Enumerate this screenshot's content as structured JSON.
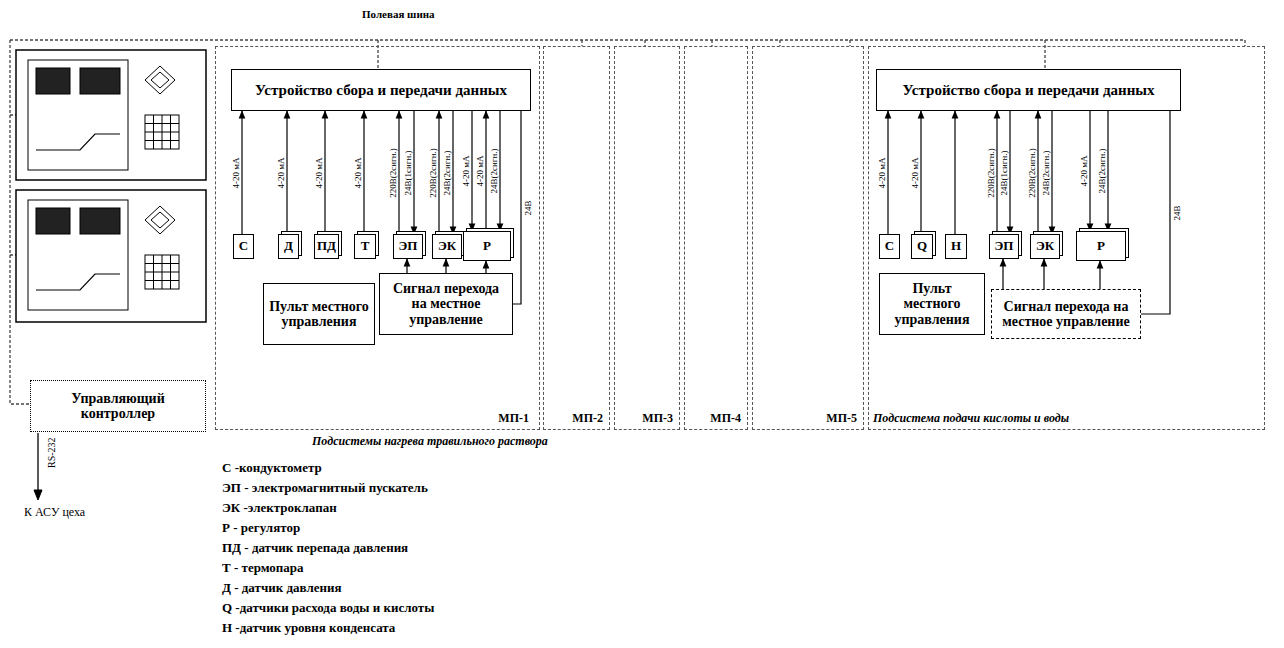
{
  "diagram": {
    "nodes": [
      {
        "text": [
          "Управляющий контроллер"
        ]
      },
      {
        "text": [
          "МП-1"
        ]
      },
      {
        "text": [
          "Устройство сбора и передачи данных"
        ],
        "in": 1
      },
      {
        "text": [
          "С"
        ],
        "in": 1
      },
      {
        "text": [
          "Д"
        ],
        "in": 1
      },
      {
        "text": [
          "ПД"
        ],
        "in": 1
      },
      {
        "text": [
          "Т"
        ],
        "in": 1
      },
      {
        "text": [
          "ЭП"
        ],
        "in": 1
      },
      {
        "text": [
          "ЭК"
        ],
        "in": 1
      },
      {
        "text": [
          "Р"
        ],
        "in": 1
      },
      {
        "text": [
          "Пульт местного управления"
        ],
        "in": 1
      },
      {
        "text": [
          "Сигнал перехода на местное управление"
        ],
        "in": 1
      },
      {
        "text": [
          "МП-2"
        ]
      },
      {
        "text": [
          "МП-3"
        ]
      },
      {
        "text": [
          "МП-4"
        ]
      },
      {
        "text": [
          "МП-5"
        ]
      },
      {
        "text": [
          "Подсистема подачи кислоты и воды"
        ]
      },
      {
        "text": [
          "Устройство сбора и передачи данных"
        ],
        "in": 16
      },
      {
        "text": [
          "С"
        ],
        "in": 16
      },
      {
        "text": [
          "Q"
        ],
        "in": 16
      },
      {
        "text": [
          "Н"
        ],
        "in": 16
      },
      {
        "text": [
          "ЭП"
        ],
        "in": 16
      },
      {
        "text": [
          "ЭК"
        ],
        "in": 16
      },
      {
        "text": [
          "Р"
        ],
        "in": 16
      },
      {
        "text": [
          "Пульт местного управления"
        ],
        "in": 16
      },
      {
        "text": [
          "Сигнал перехода на местное управление"
        ],
        "in": 16
      }
    ],
    "edges": [
      {
        "from": 3,
        "to": 2,
        "arrow": "to",
        "label": "4-20 мА"
      },
      {
        "from": 4,
        "to": 2,
        "arrow": "to",
        "label": "4-20 мА"
      },
      {
        "from": 5,
        "to": 2,
        "arrow": "to",
        "label": "4-20 мА"
      },
      {
        "from": 6,
        "to": 2,
        "arrow": "to",
        "label": "4-20 мА"
      },
      {
        "from": 7,
        "to": 2,
        "arrow": "to",
        "label": "220В(2сигн.)"
      },
      {
        "from": 2,
        "to": 7,
        "arrow": "to",
        "label": "24В(1сигн.)"
      },
      {
        "from": 8,
        "to": 2,
        "arrow": "to",
        "label": "220В(2сигн.)"
      },
      {
        "from": 2,
        "to": 8,
        "arrow": "to",
        "label": "24В(2сигн.)"
      },
      {
        "from": 2,
        "to": 9,
        "arrow": "to",
        "label": "4-20 мА"
      },
      {
        "from": 9,
        "to": 2,
        "arrow": "to",
        "label": "4-20 мА"
      },
      {
        "from": 2,
        "to": 9,
        "arrow": "to",
        "label": "24В(2сигн.)"
      },
      {
        "from": 2,
        "to": 11,
        "arrow": "none",
        "label": "24В"
      },
      {
        "from": 11,
        "to": 7,
        "arrow": "to"
      },
      {
        "from": 11,
        "to": 8,
        "arrow": "to"
      },
      {
        "from": 11,
        "to": 9,
        "arrow": "to"
      },
      {
        "from": 18,
        "to": 17,
        "arrow": "to",
        "label": "4-20 мА"
      },
      {
        "from": 19,
        "to": 17,
        "arrow": "to",
        "label": "4-20 мА"
      },
      {
        "from": 20,
        "to": 17,
        "arrow": "to"
      },
      {
        "from": 21,
        "to": 17,
        "arrow": "to",
        "label": "220В(2сигн.)"
      },
      {
        "from": 17,
        "to": 21,
        "arrow": "to",
        "label": "24В(1сигн.)"
      },
      {
        "from": 22,
        "to": 17,
        "arrow": "to",
        "label": "220В(2сигн.)"
      },
      {
        "from": 17,
        "to": 22,
        "arrow": "to",
        "label": "24В(2сигн.)"
      },
      {
        "from": 17,
        "to": 23,
        "arrow": "to",
        "label": "4-20 мА"
      },
      {
        "from": 17,
        "to": 23,
        "arrow": "to",
        "label": "24В(2сигн.)"
      },
      {
        "from": 17,
        "to": 25,
        "arrow": "none",
        "label": "24В"
      },
      {
        "from": 25,
        "to": 21,
        "arrow": "to"
      },
      {
        "from": 25,
        "to": 22,
        "arrow": "to"
      },
      {
        "from": 25,
        "to": 23,
        "arrow": "to"
      }
    ],
    "labels": [
      "Полевая шина",
      "Подсистемы нагрева травильного раствора",
      "RS-232",
      "К АСУ цеха"
    ],
    "legend": [
      {
        "text": "С -кондуктометр"
      },
      {
        "text": "ЭП - электромагнитный пускатель"
      },
      {
        "text": "ЭК -электроклапан"
      },
      {
        "text": "Р - регулятор"
      },
      {
        "text": "ПД - датчик перепада давления"
      },
      {
        "text": "Т - термопара"
      },
      {
        "text": "Д - датчик давления"
      },
      {
        "text": "Q -датчики расхода воды и кислоты"
      },
      {
        "text": "Н -датчик уровня конденсата"
      }
    ]
  }
}
